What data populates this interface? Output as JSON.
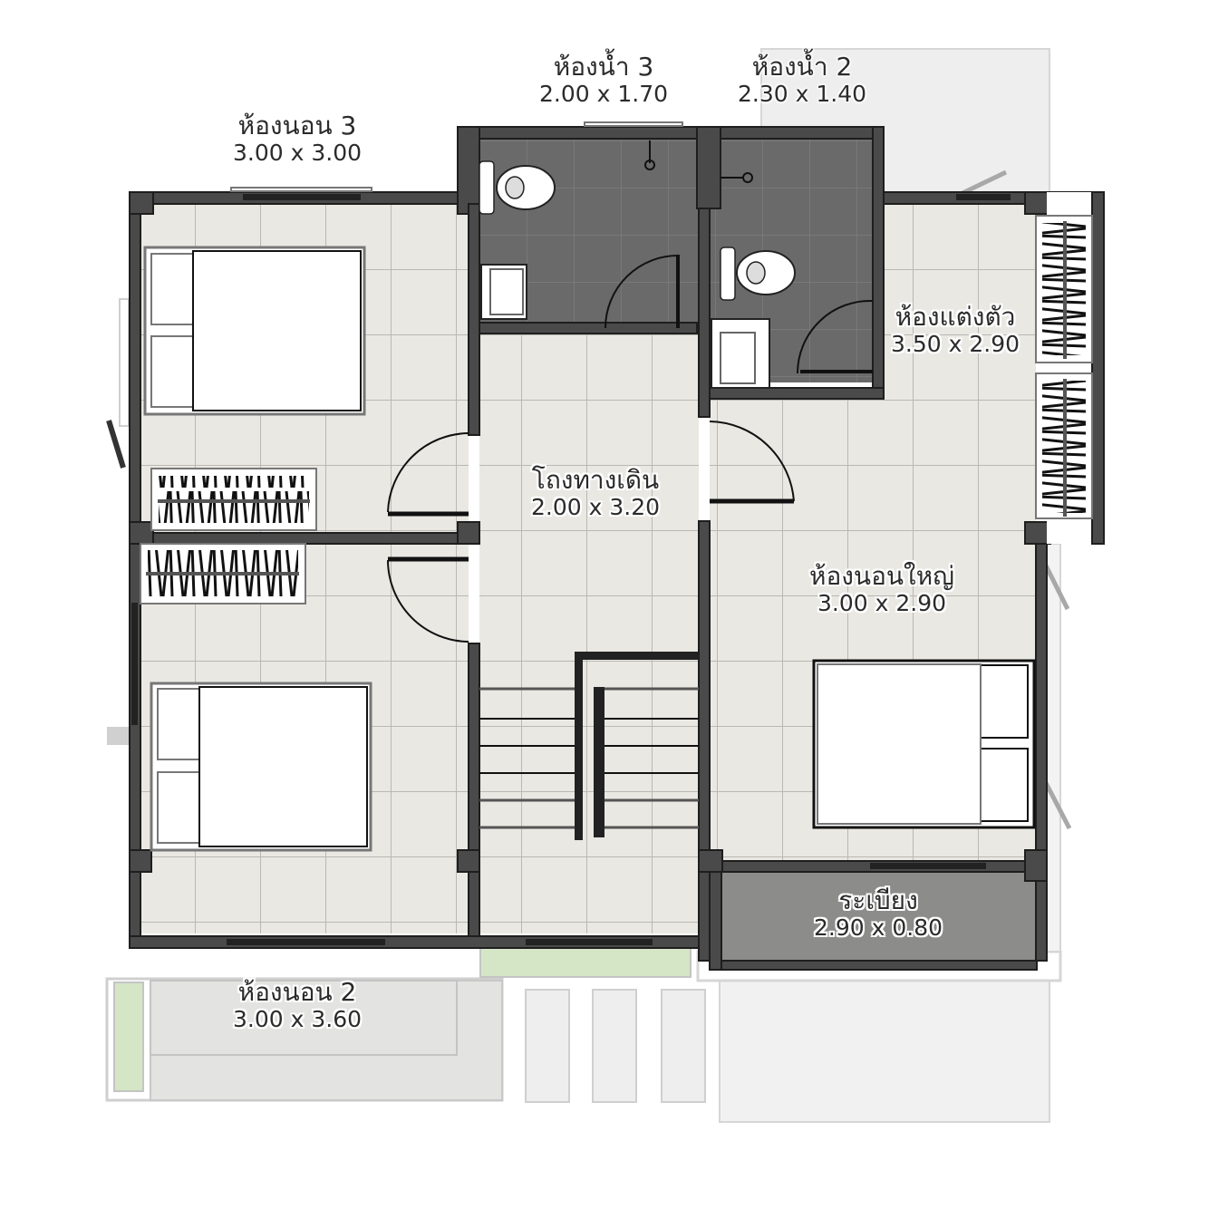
{
  "plan": {
    "type": "second-floor house plan",
    "colors": {
      "wall": "#4a4a4a",
      "wall_outline": "#1e1e1e",
      "floor_tile": "#e9e8e3",
      "tile_grid": "#b9b8b3",
      "bath_floor": "#6a6a6a",
      "balcony_floor": "#8c8c8a",
      "roof_below": "#e4e4e4",
      "lawn": "#d4e6c6",
      "furniture": "#ffffff"
    }
  },
  "rooms": {
    "bathroom3": {
      "name": "ห้องน้ำ 3",
      "dim": "2.00 x 1.70"
    },
    "bathroom2": {
      "name": "ห้องน้ำ 2",
      "dim": "2.30 x 1.40"
    },
    "bedroom3": {
      "name": "ห้องนอน 3",
      "dim": "3.00 x 3.00"
    },
    "dressing": {
      "name": "ห้องแต่งตัว",
      "dim": "3.50 x 2.90"
    },
    "hall": {
      "name": "โถงทางเดิน",
      "dim": "2.00 x 3.20"
    },
    "master": {
      "name": "ห้องนอนใหญ่",
      "dim": "3.00 x 2.90"
    },
    "balcony": {
      "name": "ระเบียง",
      "dim": "2.90 x 0.80"
    },
    "bedroom2": {
      "name": "ห้องนอน 2",
      "dim": "3.00 x 3.60"
    }
  },
  "icons": {
    "bed": "bed-icon",
    "wardrobe": "wardrobe-icon",
    "toilet": "toilet-icon",
    "sink": "sink-icon",
    "shower": "shower-icon",
    "door": "door-swing-icon",
    "window": "window-icon",
    "stairs": "stairs-icon"
  }
}
